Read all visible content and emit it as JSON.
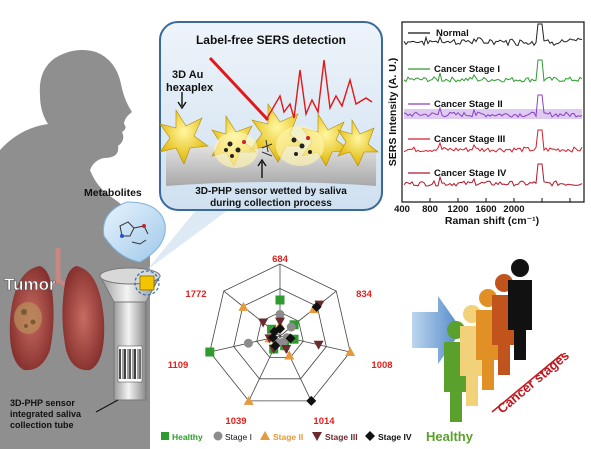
{
  "sers_panel": {
    "title": "Label-free SERS detection",
    "hexaplex_label_1": "3D Au",
    "hexaplex_label_2": "hexaplex",
    "sensor_caption_1": "3D-PHP sensor wetted by saliva",
    "sensor_caption_2": "during collection process"
  },
  "person": {
    "metabolites_label": "Metabolites",
    "tumor_label": "Tumor",
    "tube_caption_1": "3D-PHP sensor",
    "tube_caption_2": "integrated saliva",
    "tube_caption_3": "collection tube"
  },
  "spectra_chart": {
    "ylabel": "SERS Intensity (A. U.)",
    "xlabel": "Raman shift (cm⁻¹)",
    "xticks": [
      "400",
      "800",
      "1200",
      "1600",
      "2000"
    ],
    "series": [
      {
        "name": "Normal",
        "color": "#222222"
      },
      {
        "name": "Cancer Stage I",
        "color": "#2e9b2e"
      },
      {
        "name": "Cancer Stage II",
        "color": "#8a3fc4"
      },
      {
        "name": "Cancer Stage III",
        "color": "#d41f2a"
      },
      {
        "name": "Cancer Stage IV",
        "color": "#b0182a"
      }
    ]
  },
  "radar": {
    "axis_labels": [
      "684",
      "834",
      "1008",
      "1014",
      "1039",
      "1109",
      "1772"
    ],
    "label_color": "#e0221e",
    "legend": [
      {
        "label": "Healthy",
        "color": "#2e9b2e",
        "shape": "square"
      },
      {
        "label": "Stage I",
        "color": "#8c8c8c",
        "shape": "circle"
      },
      {
        "label": "Stage II",
        "color": "#e59a3b",
        "shape": "triangle"
      },
      {
        "label": "Stage III",
        "color": "#6b2a2e",
        "shape": "inverted-triangle"
      },
      {
        "label": "Stage IV",
        "color": "#111111",
        "shape": "diamond"
      }
    ]
  },
  "stages": {
    "healthy_label": "Healthy",
    "cancer_label": "Cancer stages",
    "healthy_color": "#5aa02c",
    "cancer_color": "#c0181f"
  }
}
